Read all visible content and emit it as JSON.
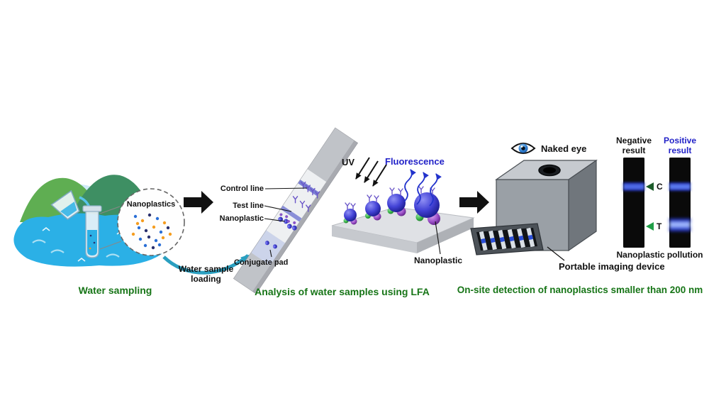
{
  "figure": {
    "background": "#ffffff",
    "colors": {
      "caption_green": "#177517",
      "accent_blue": "#2222c8",
      "water_blue": "#2bb0e6",
      "hill_green_light": "#5fae52",
      "hill_green_dark": "#3e8f63",
      "strip_black": "#0a0a0a",
      "band_blue": "#4f6ce8",
      "arrow_black": "#111111",
      "t_arrow_green": "#1f9e46"
    },
    "icons": {
      "naked_eye": "eye",
      "droplet": "water-drop",
      "flow_arrow": "black right arrow",
      "c_marker_arrow": "left triangle",
      "t_marker_arrow": "left triangle"
    },
    "sampling": {
      "magnifier_label": "Nanoplastics",
      "loading_label": "Water sample loading",
      "caption": "Water sampling"
    },
    "lfa": {
      "control_line_label": "Control line",
      "test_line_label": "Test line",
      "nanoplastic_label": "Nanoplastic",
      "conjugate_pad_label": "Conjugate pad",
      "uv_label": "UV",
      "fluorescence_label": "Fluorescence",
      "surface_nanoplastic_label": "Nanoplastic",
      "caption": "Analysis of water samples using LFA"
    },
    "detection": {
      "naked_eye_label": "Naked eye",
      "device_label": "Portable imaging device",
      "negative_result_label": "Negative result",
      "positive_result_label": "Positive result",
      "control_marker": "C",
      "test_marker": "T",
      "pollution_label": "Nanoplastic pollution",
      "caption": "On-site detection of nanoplastics smaller than 200 nm"
    }
  }
}
